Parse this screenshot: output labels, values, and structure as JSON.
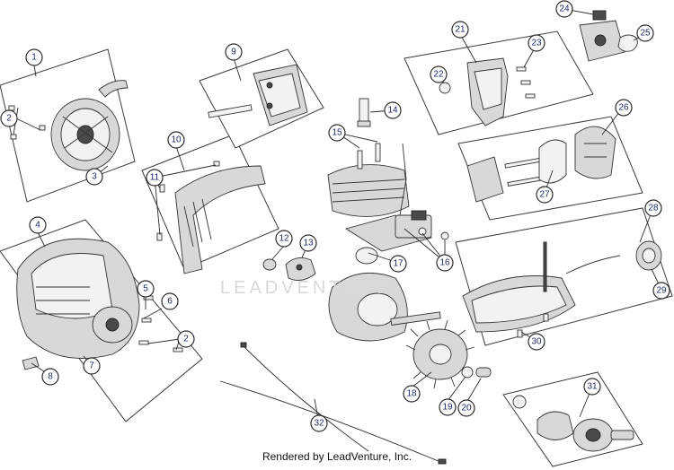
{
  "callouts": [
    "1",
    "2",
    "3",
    "4",
    "5",
    "6",
    "2",
    "7",
    "8",
    "9",
    "10",
    "11",
    "12",
    "13",
    "14",
    "15",
    "16",
    "17",
    "18",
    "19",
    "20",
    "21",
    "22",
    "23",
    "24",
    "25",
    "26",
    "27",
    "28",
    "29",
    "30",
    "31",
    "32"
  ],
  "watermark": "LEADVENTURE",
  "footer": "Rendered by LeadVenture, Inc."
}
